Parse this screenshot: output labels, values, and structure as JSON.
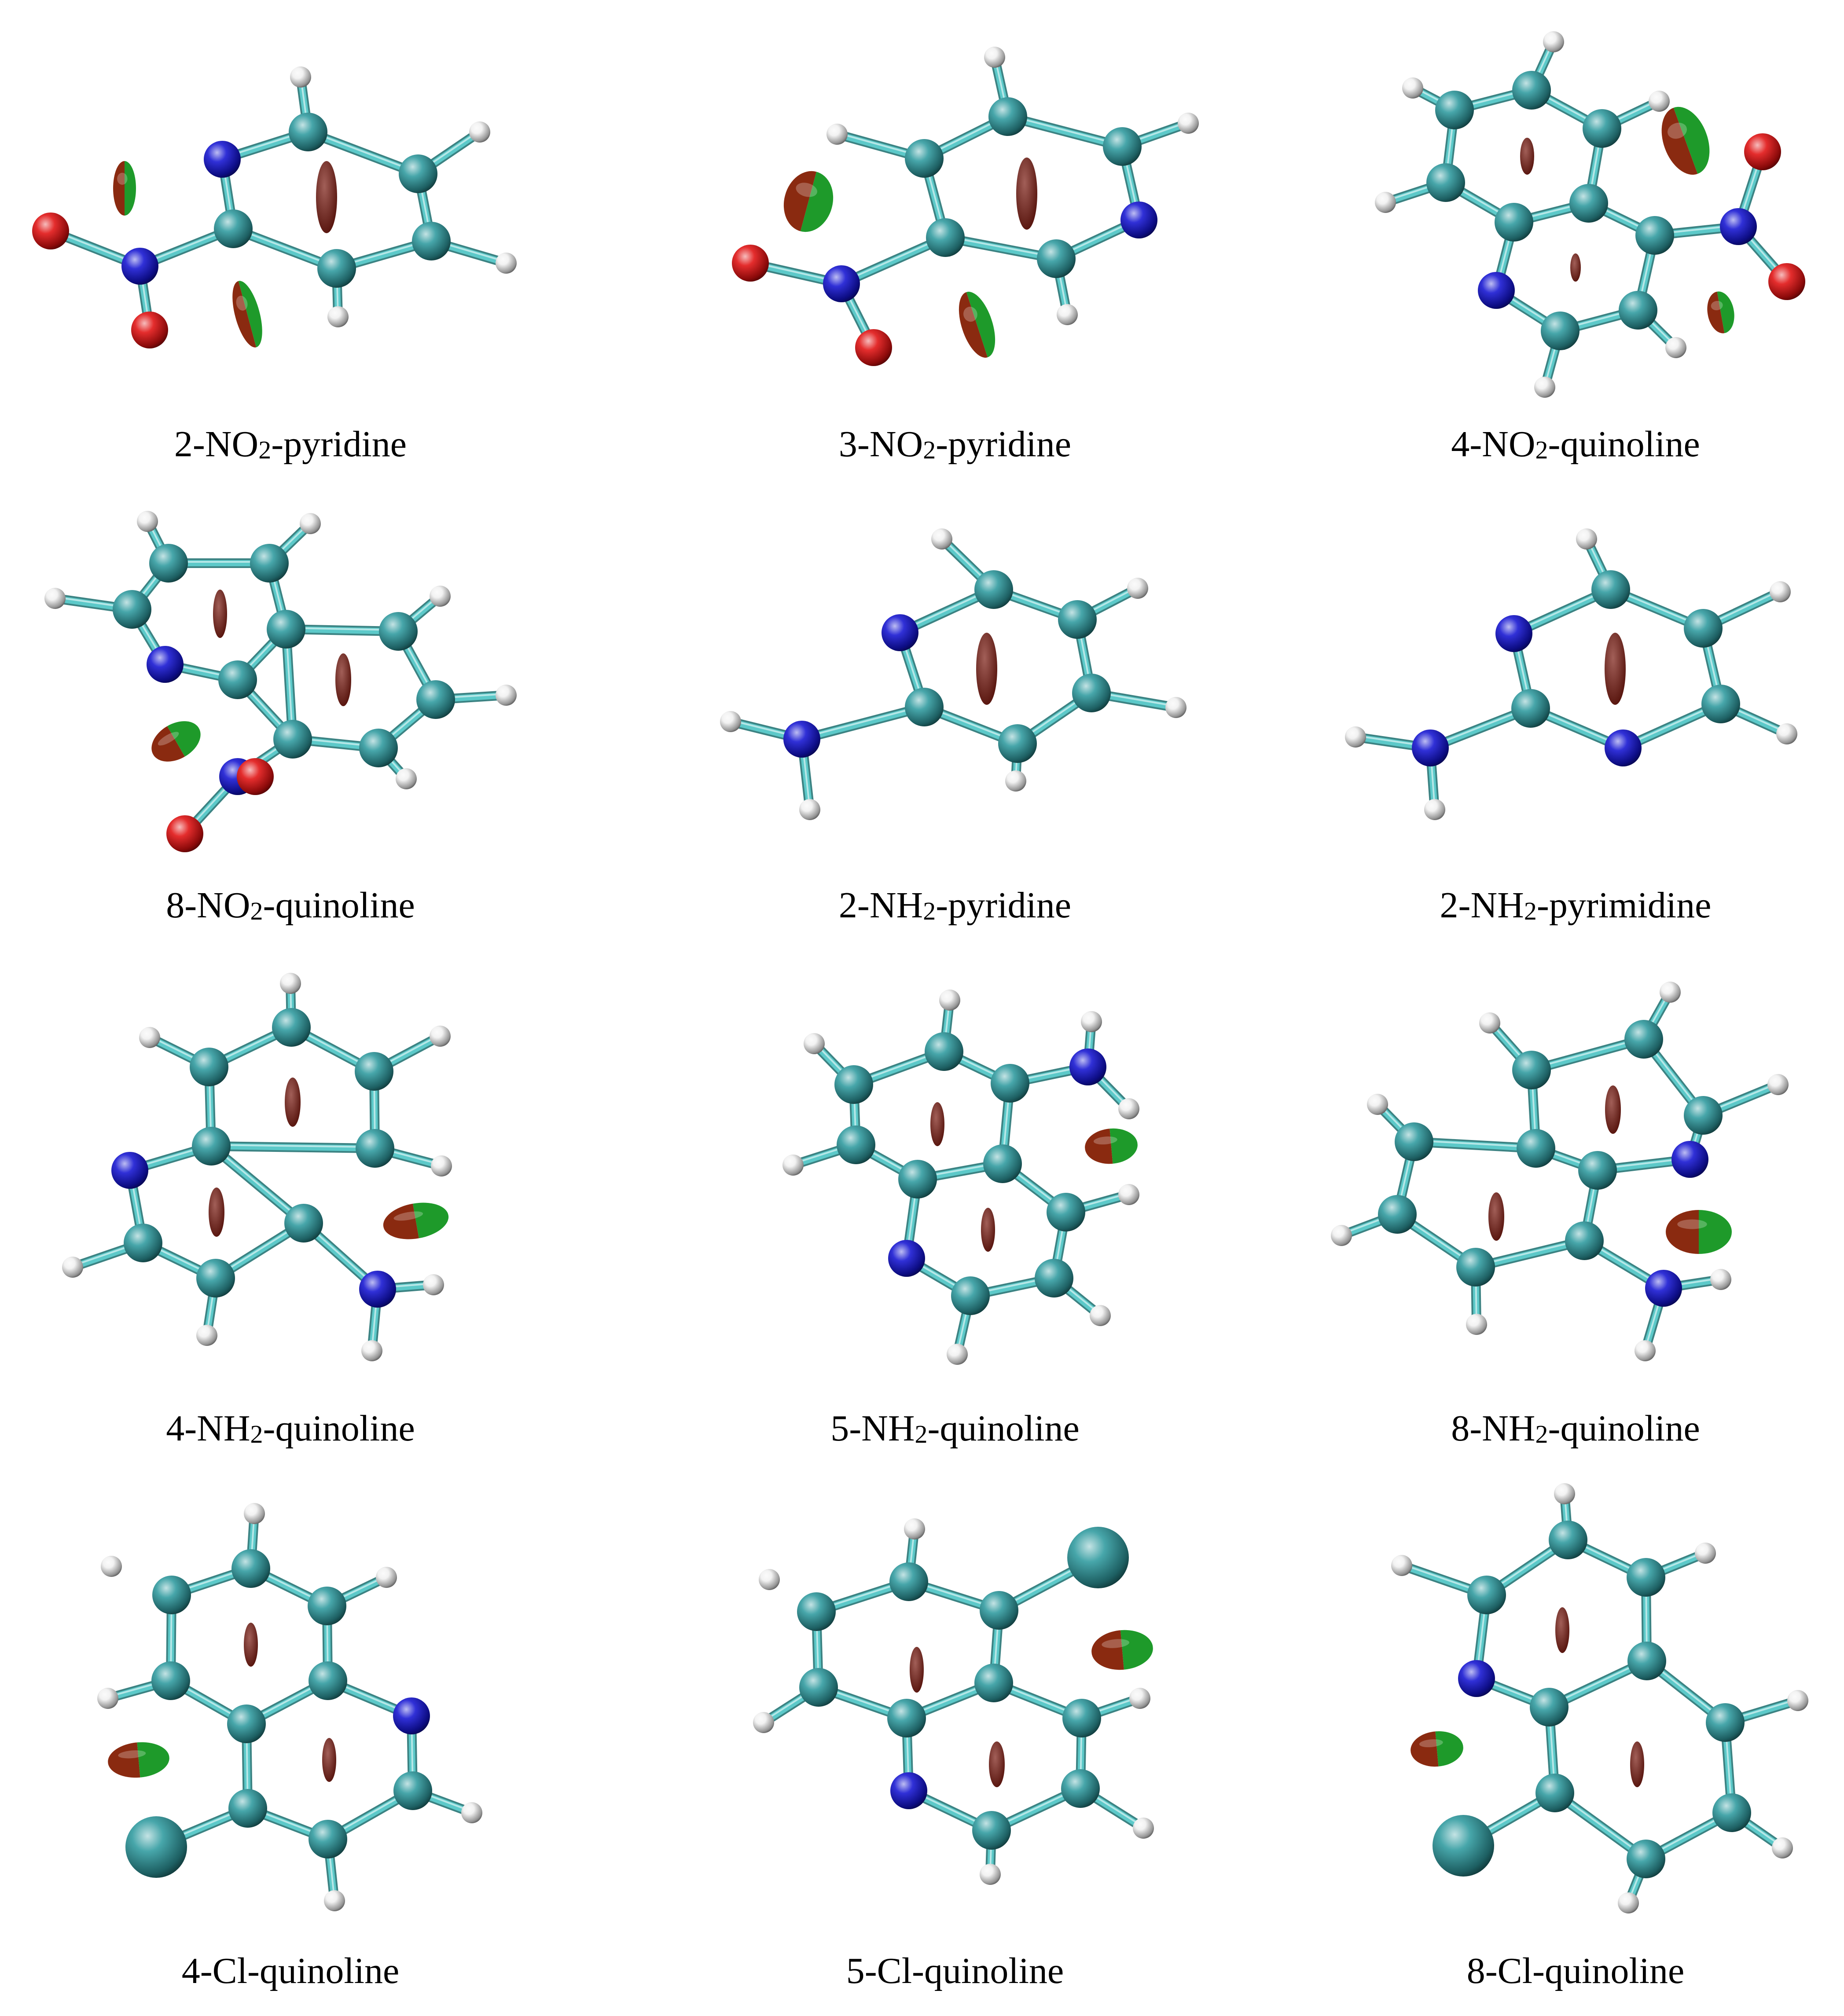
{
  "molecules": [
    {
      "name": "2-NO2-pyridine",
      "caption": {
        "pre": "2-NO",
        "sub": "2",
        "post": "-pyridine"
      }
    },
    {
      "name": "3-NO2-pyridine",
      "caption": {
        "pre": "3-NO",
        "sub": "2",
        "post": "-pyridine"
      }
    },
    {
      "name": "4-NO2-quinoline",
      "caption": {
        "pre": "4-NO",
        "sub": "2",
        "post": "-quinoline"
      }
    },
    {
      "name": "8-NO2-quinoline",
      "caption": {
        "pre": "8-NO",
        "sub": "2",
        "post": "-quinoline"
      }
    },
    {
      "name": "2-NH2-pyridine",
      "caption": {
        "pre": "2-NH",
        "sub": "2",
        "post": "-pyridine"
      }
    },
    {
      "name": "2-NH2-pyrimidine",
      "caption": {
        "pre": "2-NH",
        "sub": "2",
        "post": "-pyrimidine"
      }
    },
    {
      "name": "4-NH2-quinoline",
      "caption": {
        "pre": "4-NH",
        "sub": "2",
        "post": "-quinoline"
      }
    },
    {
      "name": "5-NH2-quinoline",
      "caption": {
        "pre": "5-NH",
        "sub": "2",
        "post": "-quinoline"
      }
    },
    {
      "name": "8-NH2-quinoline",
      "caption": {
        "pre": "8-NH",
        "sub": "2",
        "post": "-quinoline"
      }
    },
    {
      "name": "4-Cl-quinoline",
      "caption": {
        "pre": "4-Cl-quinoline",
        "sub": "",
        "post": ""
      }
    },
    {
      "name": "5-Cl-quinoline",
      "caption": {
        "pre": "5-Cl-quinoline",
        "sub": "",
        "post": ""
      }
    },
    {
      "name": "8-Cl-quinoline",
      "caption": {
        "pre": "8-Cl-quinoline",
        "sub": "",
        "post": ""
      }
    }
  ],
  "atom_colors": {
    "C": "#2e9a9e",
    "N": "#1414d2",
    "O": "#e01010",
    "H": "#f0f0f0",
    "Cl": "#2e9a9e"
  },
  "bond_color": "#5cc9c9",
  "surface_colors": {
    "ring_critical": "#7a1a10",
    "hbond_red": "#8a2a10",
    "hbond_green": "#1e9a2a"
  }
}
